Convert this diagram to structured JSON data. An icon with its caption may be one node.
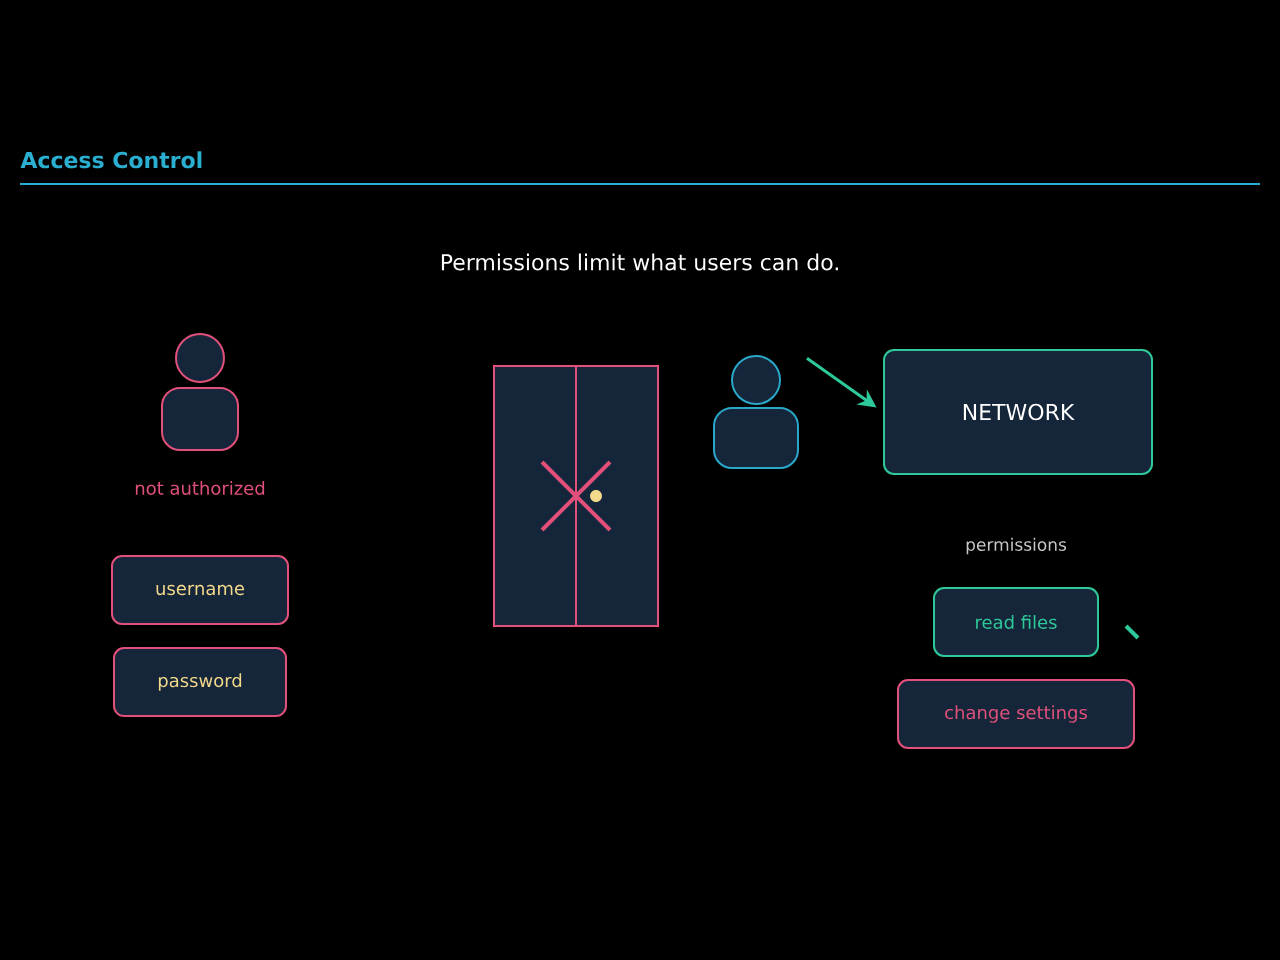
{
  "diagram": {
    "title": "Access Control",
    "caption": "Permissions limit what users can do.",
    "nodes": [
      {
        "text": [],
        "shape": "person",
        "beside": [
          "not authorized"
        ]
      },
      {
        "text": [
          "username"
        ]
      },
      {
        "text": [
          "password"
        ]
      },
      {
        "text": [],
        "shape": "door"
      },
      {
        "text": [],
        "shape": "person"
      },
      {
        "text": [
          "NETWORK"
        ]
      },
      {
        "text": [
          "read files"
        ]
      },
      {
        "text": [
          "change settings"
        ]
      }
    ],
    "edges": [
      {
        "from": 4,
        "to": 5,
        "arrow": "to",
        "color": "#2ec99a"
      }
    ],
    "labels": [
      "permissions"
    ]
  }
}
